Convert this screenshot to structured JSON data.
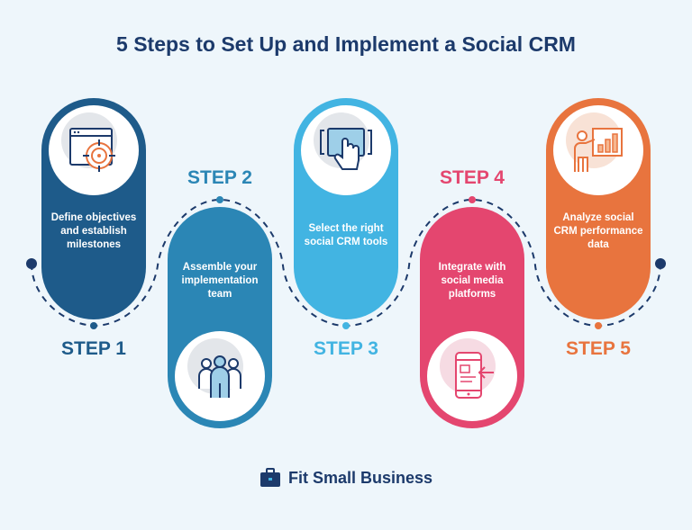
{
  "title": "5 Steps to Set Up and Implement a Social CRM",
  "steps": [
    {
      "label": "STEP 1",
      "text": "Define objectives and establish milestones",
      "icon": "target-browser-icon",
      "color": "#1e5b8a"
    },
    {
      "label": "STEP 2",
      "text": "Assemble your implementation team",
      "icon": "team-icon",
      "color": "#2b86b5"
    },
    {
      "label": "STEP 3",
      "text": "Select the right social CRM tools",
      "icon": "touch-screen-icon",
      "color": "#42b4e2"
    },
    {
      "label": "STEP 4",
      "text": "Integrate with social media platforms",
      "icon": "mobile-integration-icon",
      "color": "#e4466f"
    },
    {
      "label": "STEP 5",
      "text": "Analyze social CRM performance data",
      "icon": "presentation-chart-icon",
      "color": "#e8743e"
    }
  ],
  "brand": "Fit Small Business"
}
